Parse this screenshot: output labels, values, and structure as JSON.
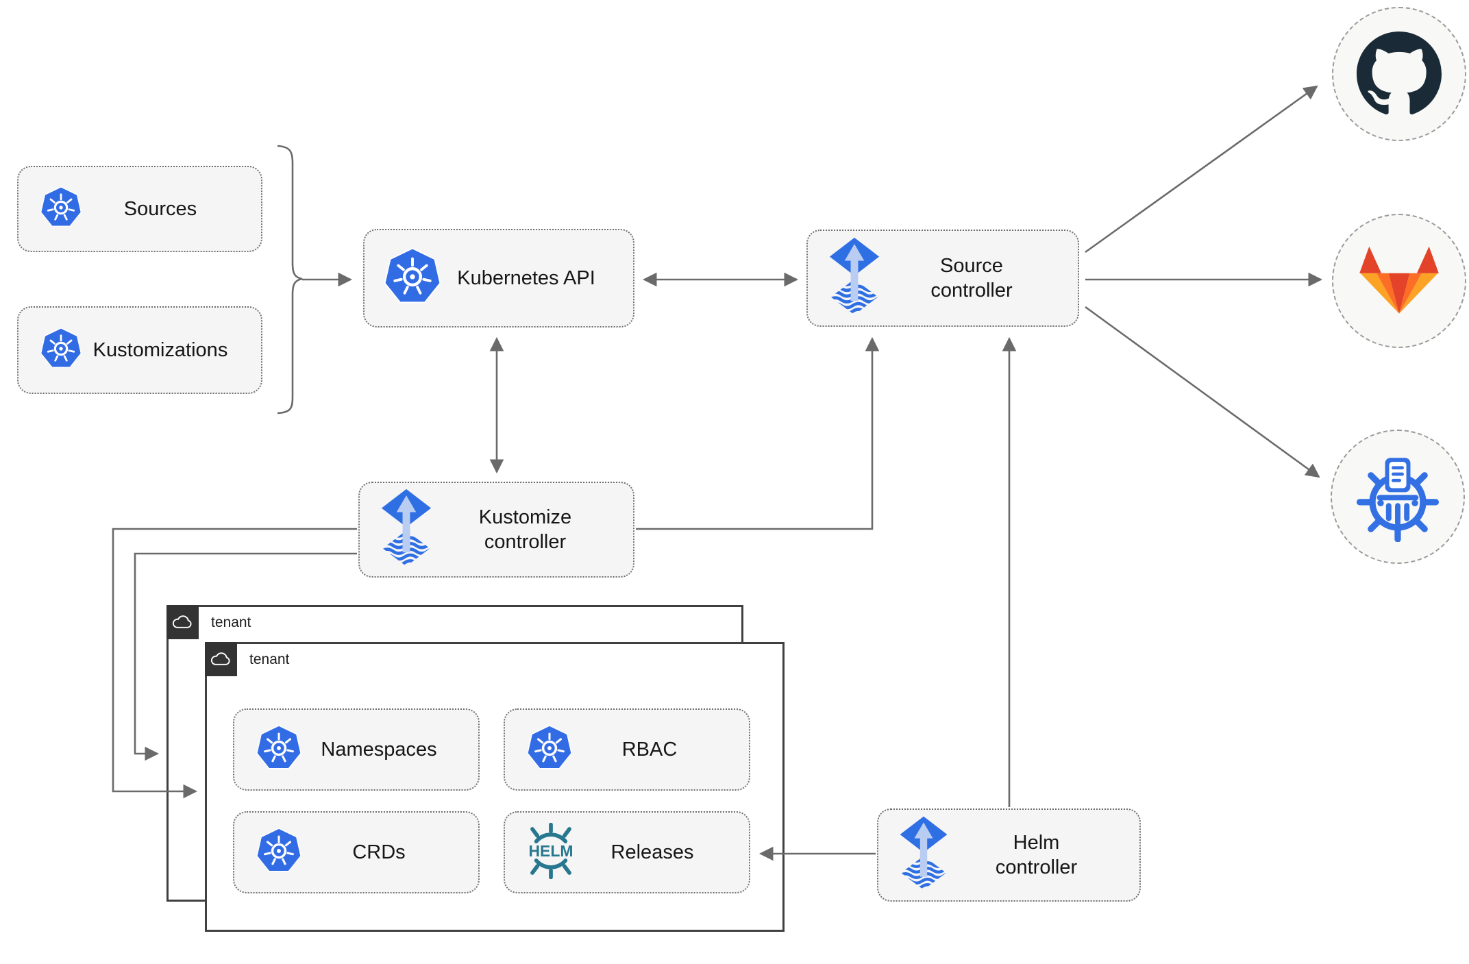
{
  "diagram": {
    "nodes": {
      "sources": {
        "label": "Sources",
        "icon": "kubernetes-icon"
      },
      "kustomizations": {
        "label": "Kustomizations",
        "icon": "kubernetes-icon"
      },
      "kubernetes_api": {
        "label": "Kubernetes API",
        "icon": "kubernetes-icon"
      },
      "source_controller": {
        "label": "Source controller",
        "icon": "flux-icon"
      },
      "kustomize_controller": {
        "label": "Kustomize controller",
        "icon": "flux-icon"
      },
      "helm_controller": {
        "label": "Helm controller",
        "icon": "flux-icon"
      },
      "tenant_outer": {
        "label": "tenant",
        "icon": "cloud-icon"
      },
      "tenant_inner": {
        "label": "tenant",
        "icon": "cloud-icon"
      },
      "namespaces": {
        "label": "Namespaces",
        "icon": "kubernetes-icon"
      },
      "rbac": {
        "label": "RBAC",
        "icon": "kubernetes-icon"
      },
      "crds": {
        "label": "CRDs",
        "icon": "kubernetes-icon"
      },
      "releases": {
        "label": "Releases",
        "icon": "helm-icon"
      },
      "github": {
        "icon": "github-icon"
      },
      "gitlab": {
        "icon": "gitlab-icon"
      },
      "chartmuseum": {
        "icon": "chartmuseum-icon"
      }
    },
    "edges": [
      {
        "from": "sources-and-kustomizations",
        "to": "kubernetes_api",
        "style": "arrow"
      },
      {
        "from": "kubernetes_api",
        "to": "source_controller",
        "style": "double-arrow"
      },
      {
        "from": "kubernetes_api",
        "to": "kustomize_controller",
        "style": "double-arrow"
      },
      {
        "from": "kustomize_controller",
        "to": "source_controller",
        "style": "arrow"
      },
      {
        "from": "kustomize_controller",
        "to": "tenant_outer",
        "style": "arrow"
      },
      {
        "from": "kustomize_controller",
        "to": "tenant_inner",
        "style": "arrow"
      },
      {
        "from": "helm_controller",
        "to": "source_controller",
        "style": "arrow"
      },
      {
        "from": "helm_controller",
        "to": "releases",
        "style": "arrow"
      },
      {
        "from": "source_controller",
        "to": "github",
        "style": "arrow"
      },
      {
        "from": "source_controller",
        "to": "gitlab",
        "style": "arrow"
      },
      {
        "from": "source_controller",
        "to": "chartmuseum",
        "style": "arrow"
      }
    ]
  },
  "colors": {
    "kubernetes_blue": "#326ce5",
    "flux_blue": "#2f6fe4",
    "flux_arrow_light": "#b9cdf2",
    "helm_teal": "#27778f",
    "github_dark": "#1a2a36",
    "gitlab_dark": "#e24329",
    "gitlab_mid": "#fc6d26",
    "gitlab_light": "#fca326",
    "chartmuseum_blue": "#3370e3",
    "connector_gray": "#6a6a6a",
    "node_fill": "#f5f5f5",
    "node_border": "#6f6f6f",
    "tenant_border": "#404040",
    "tenant_tab": "#333333",
    "endpoint_fill": "#f8f8f6",
    "endpoint_border": "#9a9a9a"
  }
}
